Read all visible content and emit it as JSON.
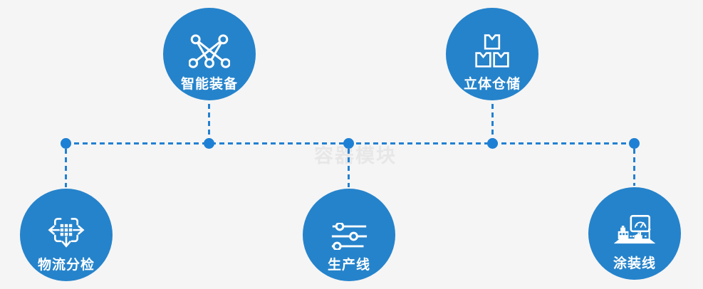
{
  "diagram": {
    "watermark": "容器模块",
    "colors": {
      "node_fill": "#2583cb",
      "connector_blue": "#1e80d4",
      "background": "#f5f5f5",
      "icon_and_label": "#ffffff",
      "watermark_color": "#e7e7e8"
    },
    "nodes": [
      {
        "label": "智能装备",
        "icon": "network-nodes-icon",
        "position": "top-left"
      },
      {
        "label": "立体仓储",
        "icon": "stacked-boxes-icon",
        "position": "top-right"
      },
      {
        "label": "物流分检",
        "icon": "sorting-arrows-icon",
        "position": "bottom-left"
      },
      {
        "label": "生产线",
        "icon": "sliders-icon",
        "position": "bottom-center"
      },
      {
        "label": "涂装线",
        "icon": "machine-console-icon",
        "position": "bottom-right"
      }
    ]
  }
}
